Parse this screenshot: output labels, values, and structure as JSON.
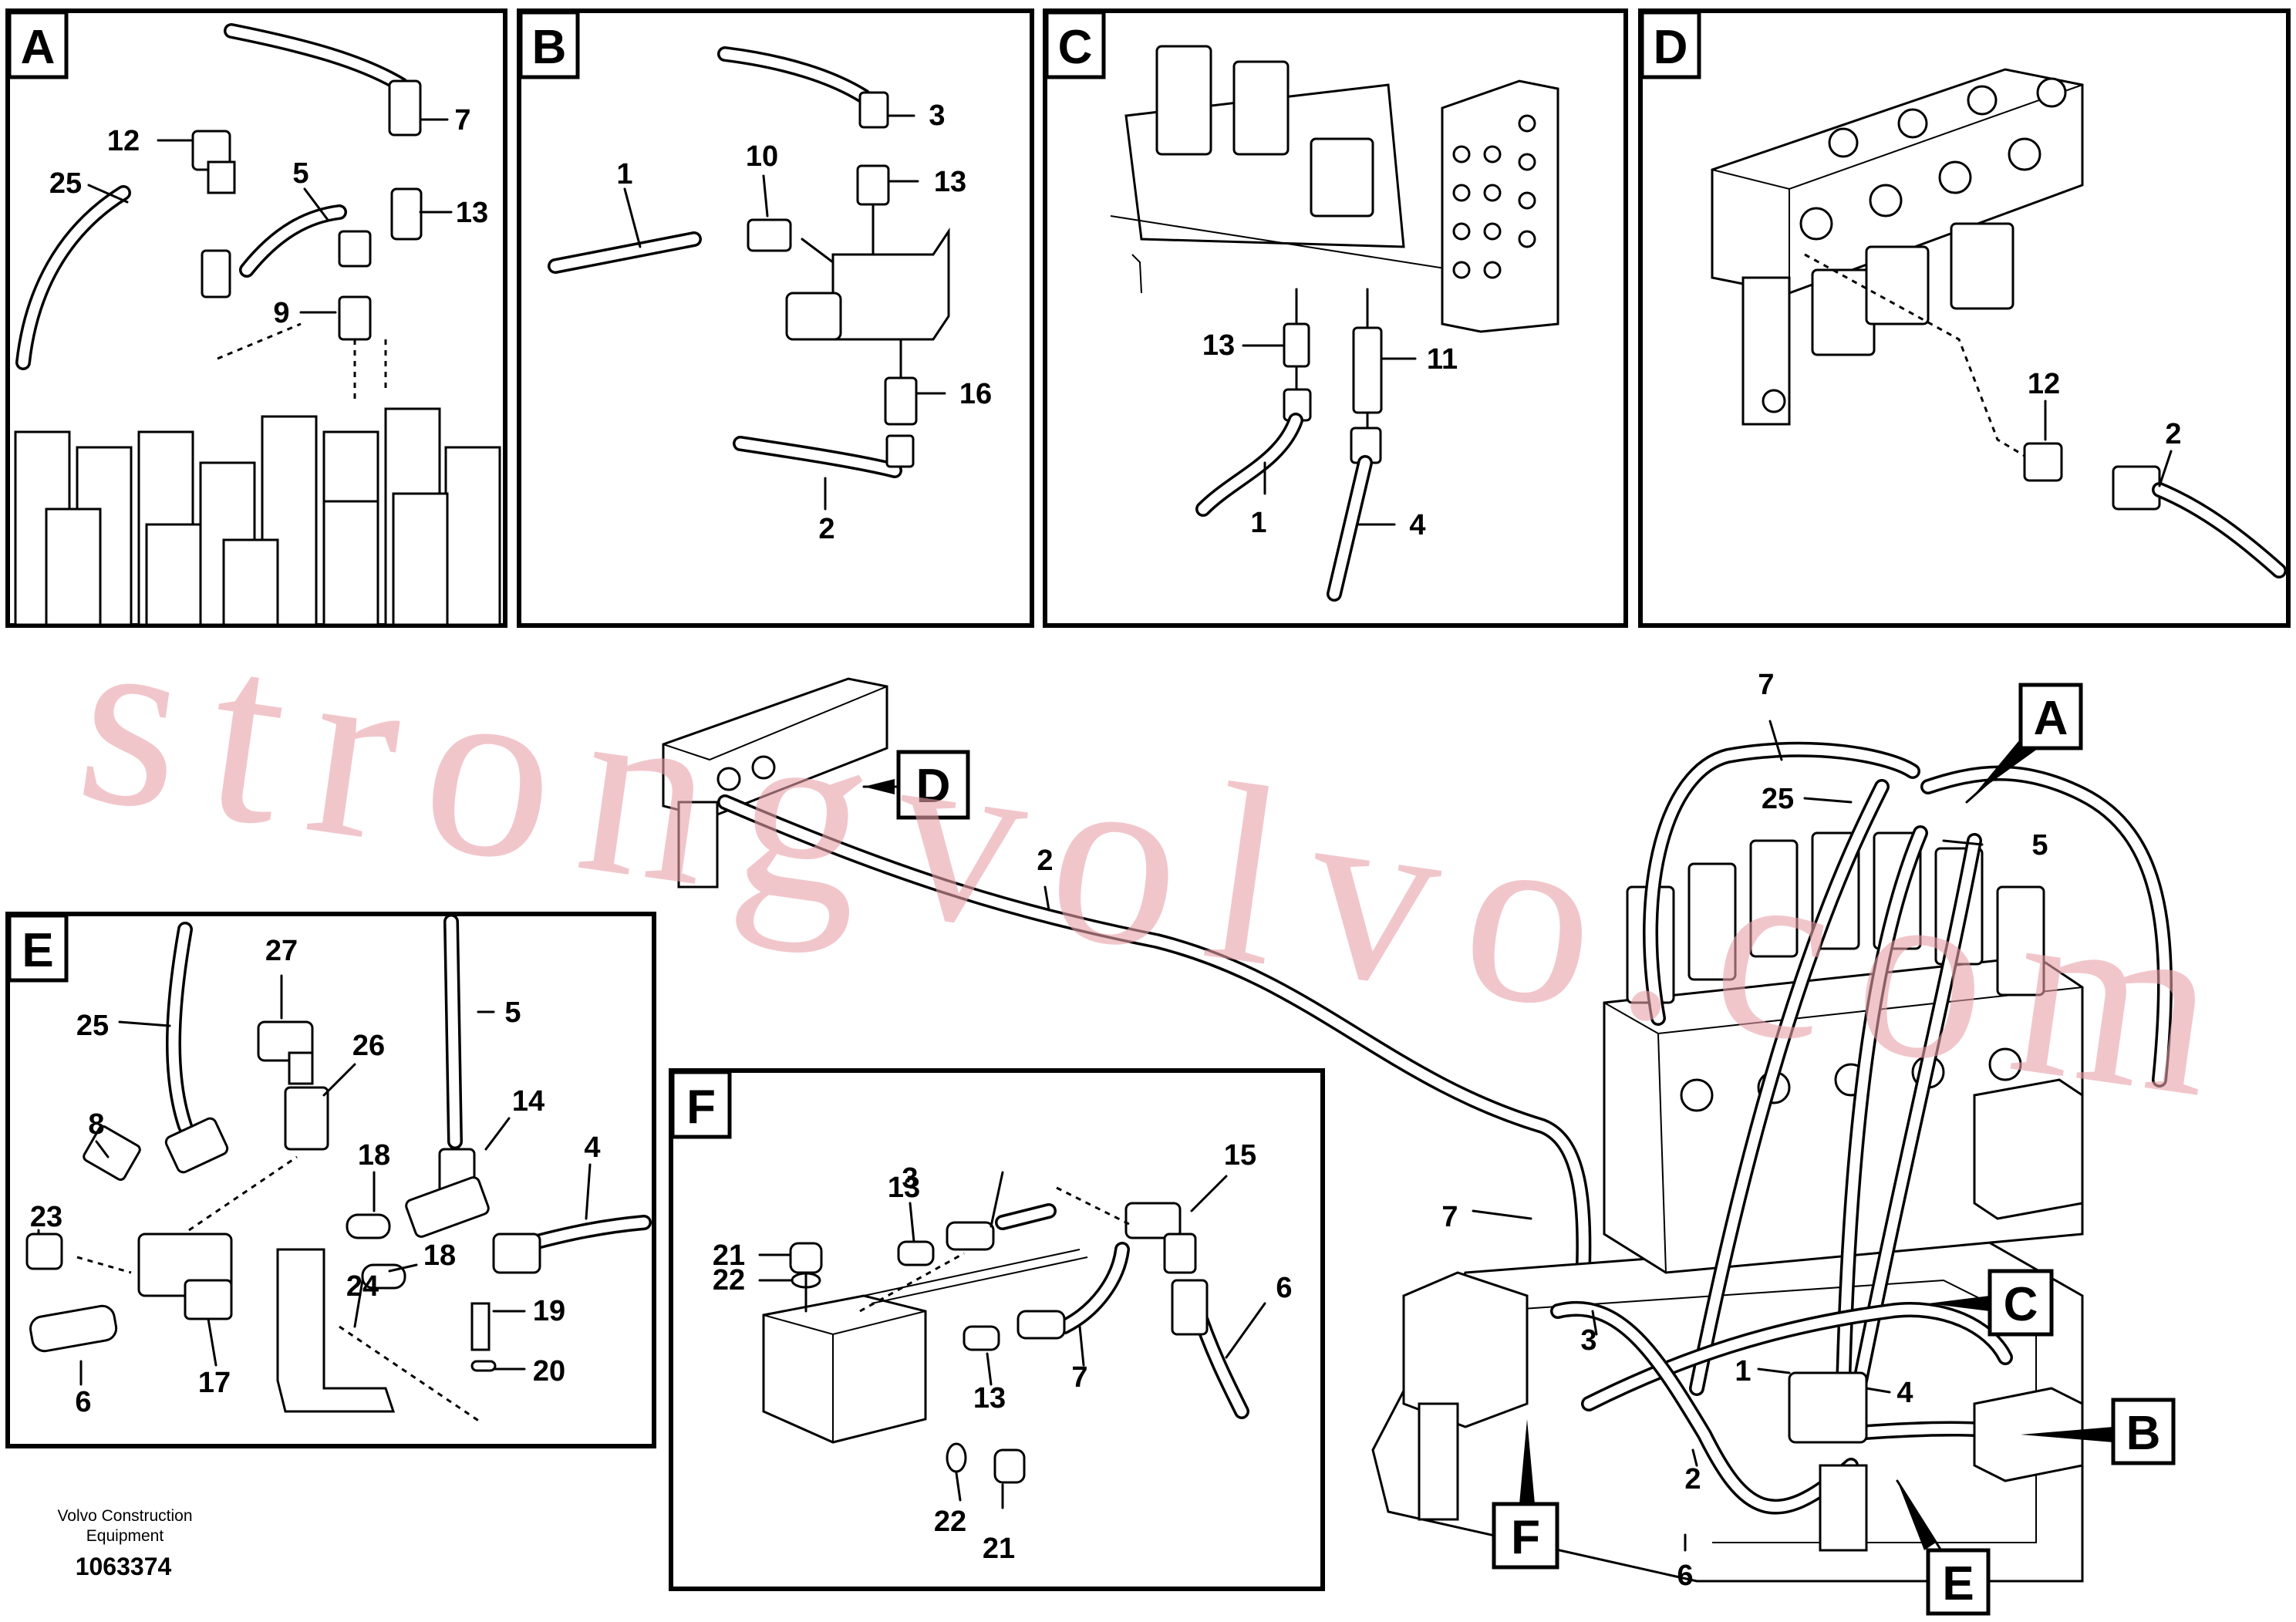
{
  "panels": {
    "A": {
      "letter": "A",
      "labels": [
        "12",
        "25",
        "5",
        "9",
        "7",
        "13"
      ]
    },
    "B": {
      "letter": "B",
      "labels": [
        "1",
        "10",
        "3",
        "13",
        "16",
        "2"
      ]
    },
    "C": {
      "letter": "C",
      "labels": [
        "13",
        "11",
        "1",
        "4"
      ]
    },
    "D": {
      "letter": "D",
      "labels": [
        "12",
        "2"
      ]
    },
    "E": {
      "letter": "E",
      "labels": [
        "27",
        "25",
        "26",
        "5",
        "8",
        "18",
        "14",
        "4",
        "23",
        "18",
        "24",
        "19",
        "20",
        "6",
        "17"
      ]
    },
    "F": {
      "letter": "F",
      "labels": [
        "3",
        "13",
        "15",
        "21",
        "22",
        "6",
        "7",
        "13",
        "22",
        "21"
      ]
    }
  },
  "main": {
    "callouts": [
      "A",
      "D",
      "C",
      "B",
      "F",
      "E"
    ],
    "labels": [
      "7",
      "25",
      "5",
      "2",
      "7",
      "3",
      "1",
      "4",
      "2",
      "6"
    ]
  },
  "watermark": "strongvolvo.com",
  "footer": {
    "company_line1": "Volvo Construction",
    "company_line2": "Equipment",
    "drawing_number": "1063374"
  }
}
